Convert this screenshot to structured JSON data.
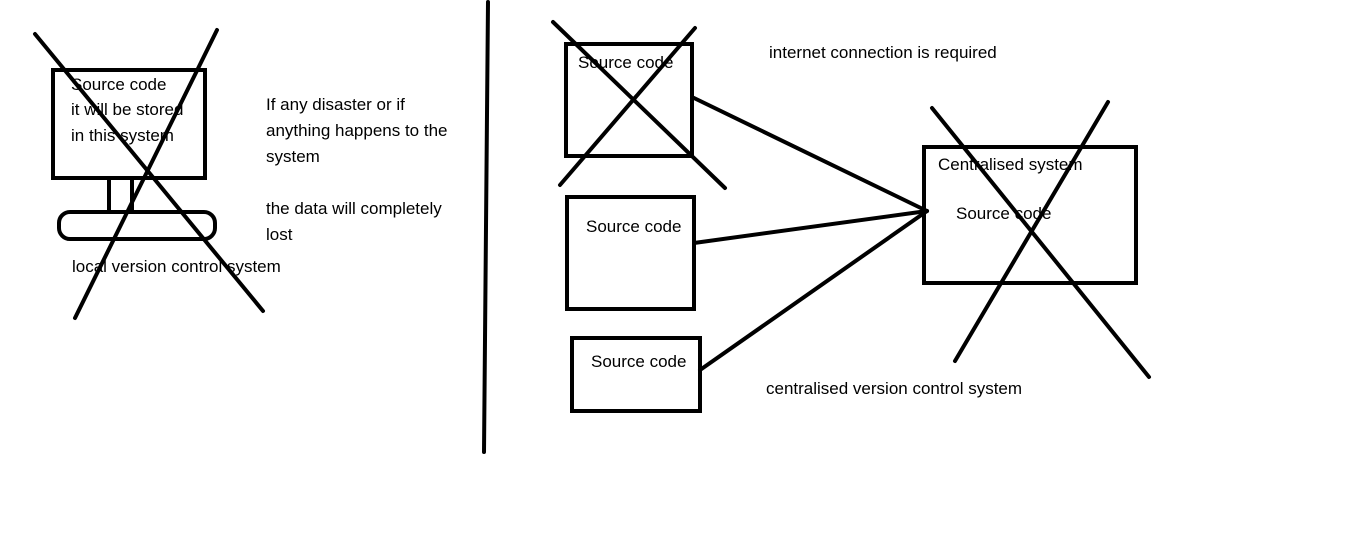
{
  "local": {
    "box_text": [
      "Source code",
      "it will be stored",
      "in this system"
    ],
    "caption": "local version control system",
    "note_lines": [
      "If any disaster or if",
      "anything happens to the",
      "system"
    ],
    "note2_lines": [
      "the data will completely",
      "lost"
    ]
  },
  "centralised": {
    "client_top_label": "Source code",
    "client_mid_label": "Source code",
    "client_bottom_label": "Source code",
    "server_title": "Centralised system",
    "server_label": "Source code",
    "internet_note": "internet connection is required",
    "caption": "centralised version control system"
  },
  "colors": {
    "ink": "#000000",
    "background": "#ffffff"
  }
}
